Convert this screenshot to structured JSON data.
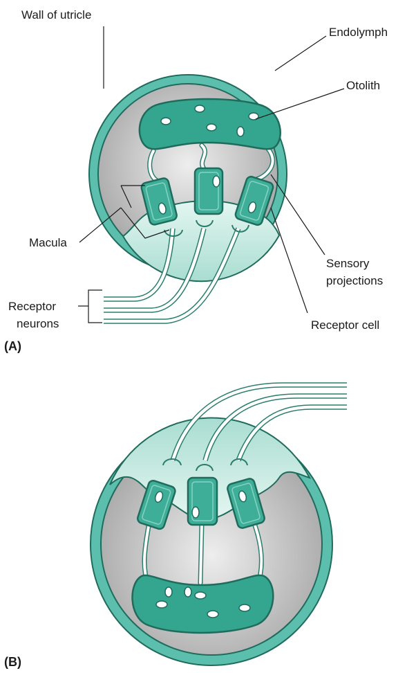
{
  "colors": {
    "wall_outer": "#5cbfae",
    "wall_stroke": "#1f6b5c",
    "endolymph_center": "#eeeeee",
    "endolymph_edge": "#a9a9a9",
    "macula_fill": "#c9ece4",
    "cell_fill": "#3fae98",
    "otolith_fill": "#34a58e",
    "background": "#ffffff"
  },
  "panel_a": {
    "label": "(A)",
    "labels": {
      "wall": "Wall of utricle",
      "endolymph": "Endolymph",
      "otolith": "Otolith",
      "macula": "Macula",
      "sensory_line1": "Sensory",
      "sensory_line2": "projections",
      "receptor_cell": "Receptor cell",
      "receptor_neurons_line1": "Receptor",
      "receptor_neurons_line2": "neurons"
    }
  },
  "panel_b": {
    "label": "(B)"
  }
}
